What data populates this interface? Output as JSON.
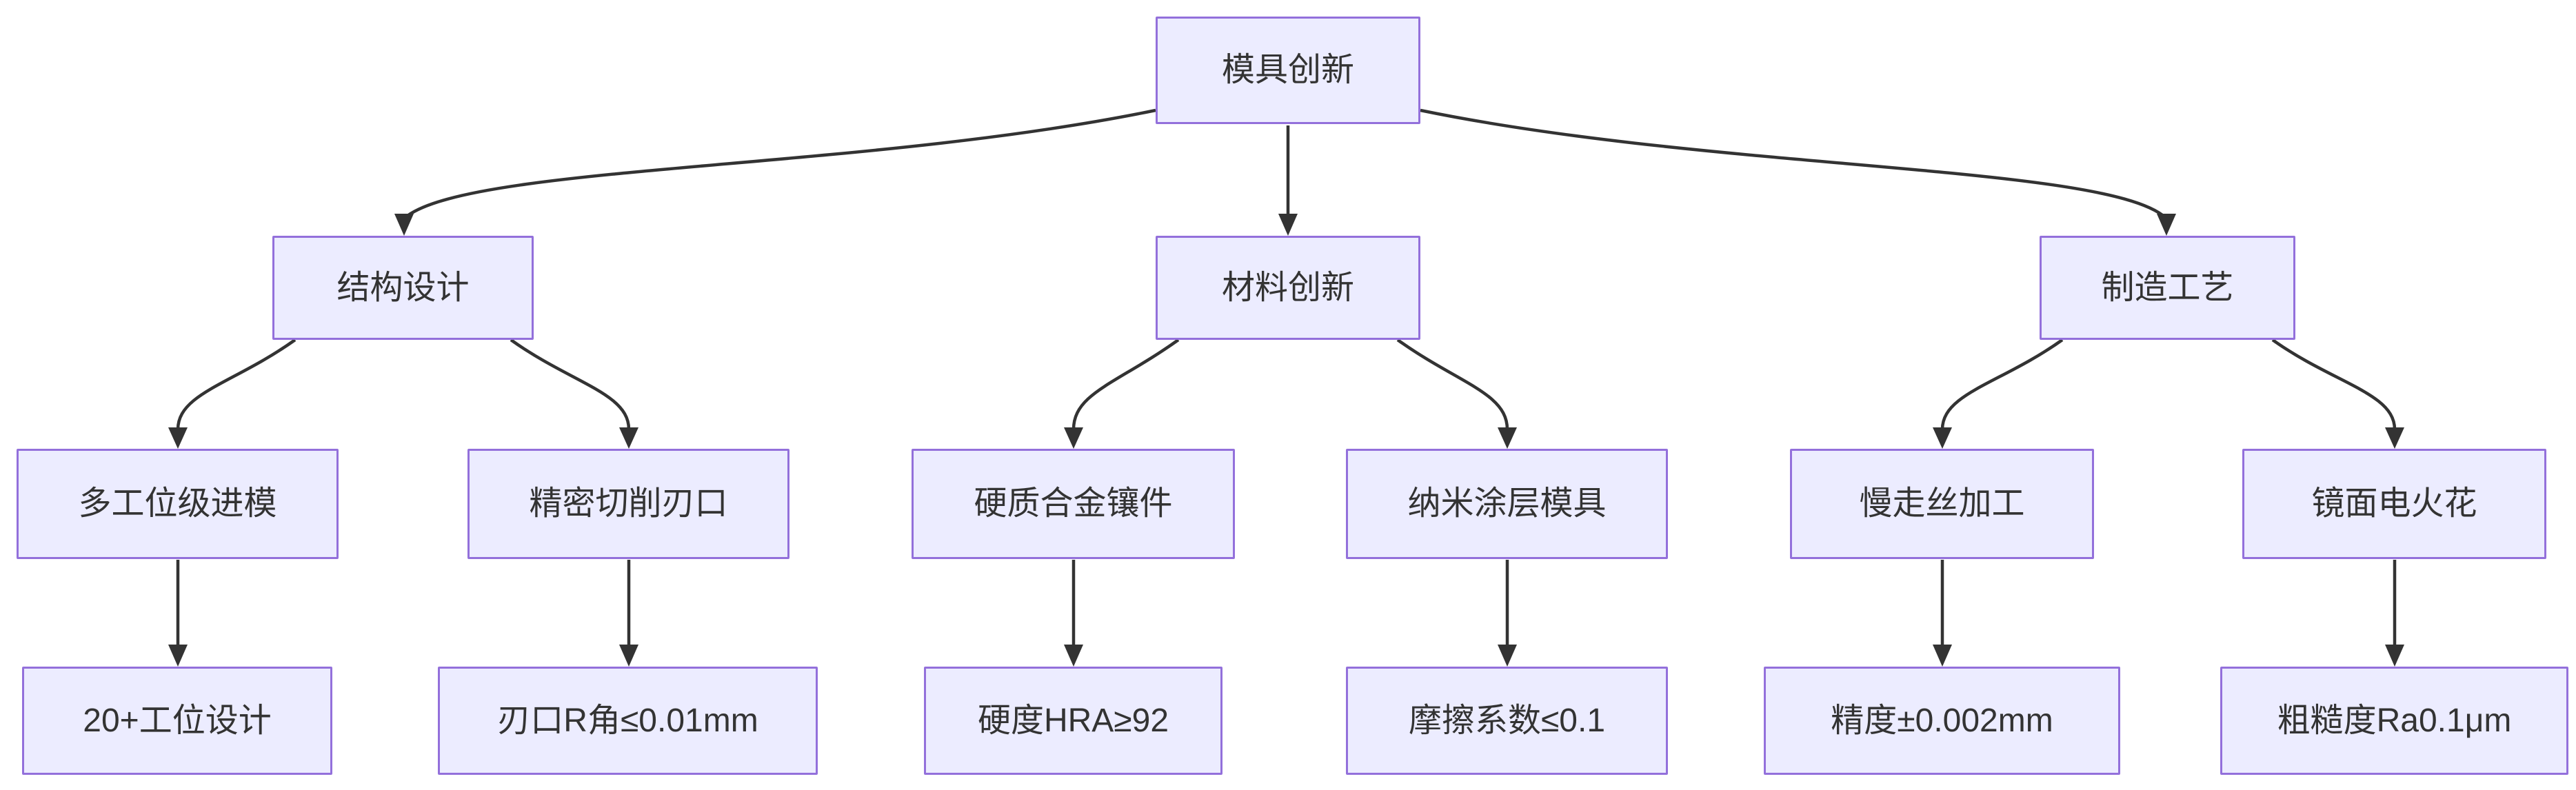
{
  "diagram": {
    "type": "flowchart-tree",
    "direction": "top-down",
    "colors": {
      "node_fill": "#ECECFF",
      "node_border": "#9370DB",
      "edge_stroke": "#333333",
      "text": "#333333",
      "background": "#FFFFFF"
    },
    "nodes": [
      {
        "id": "root",
        "level": 1,
        "label": "模具创新"
      },
      {
        "id": "structure",
        "level": 2,
        "label": "结构设计"
      },
      {
        "id": "material",
        "level": 2,
        "label": "材料创新"
      },
      {
        "id": "process",
        "level": 2,
        "label": "制造工艺"
      },
      {
        "id": "multiStation",
        "level": 3,
        "label": "多工位级进模"
      },
      {
        "id": "precisionEdge",
        "level": 3,
        "label": "精密切削刃口"
      },
      {
        "id": "carbideInsert",
        "level": 3,
        "label": "硬质合金镶件"
      },
      {
        "id": "nanoCoating",
        "level": 3,
        "label": "纳米涂层模具"
      },
      {
        "id": "slowWire",
        "level": 3,
        "label": "慢走丝加工"
      },
      {
        "id": "mirrorEdm",
        "level": 3,
        "label": "镜面电火花"
      },
      {
        "id": "stationDesign",
        "level": 4,
        "label": "20+工位设计"
      },
      {
        "id": "edgeRadius",
        "level": 4,
        "label": "刃口R角≤0.01mm"
      },
      {
        "id": "hardness",
        "level": 4,
        "label": "硬度HRA≥92"
      },
      {
        "id": "friction",
        "level": 4,
        "label": "摩擦系数≤0.1"
      },
      {
        "id": "accuracy",
        "level": 4,
        "label": "精度±0.002mm"
      },
      {
        "id": "roughness",
        "level": 4,
        "label": "粗糙度Ra0.1μm"
      }
    ],
    "edges": [
      {
        "from": "root",
        "to": "structure"
      },
      {
        "from": "root",
        "to": "material"
      },
      {
        "from": "root",
        "to": "process"
      },
      {
        "from": "structure",
        "to": "multiStation"
      },
      {
        "from": "structure",
        "to": "precisionEdge"
      },
      {
        "from": "material",
        "to": "carbideInsert"
      },
      {
        "from": "material",
        "to": "nanoCoating"
      },
      {
        "from": "process",
        "to": "slowWire"
      },
      {
        "from": "process",
        "to": "mirrorEdm"
      },
      {
        "from": "multiStation",
        "to": "stationDesign"
      },
      {
        "from": "precisionEdge",
        "to": "edgeRadius"
      },
      {
        "from": "carbideInsert",
        "to": "hardness"
      },
      {
        "from": "nanoCoating",
        "to": "friction"
      },
      {
        "from": "slowWire",
        "to": "accuracy"
      },
      {
        "from": "mirrorEdm",
        "to": "roughness"
      }
    ]
  }
}
